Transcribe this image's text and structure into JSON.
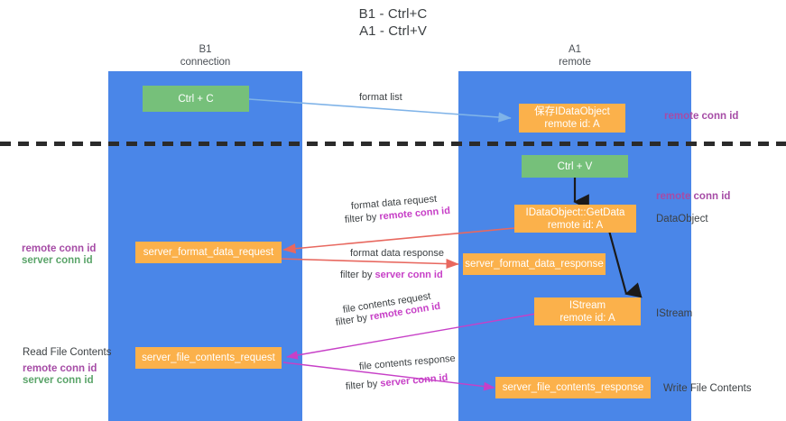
{
  "title": {
    "line1": "B1 - Ctrl+C",
    "line2": "A1 - Ctrl+V"
  },
  "columns": [
    {
      "name": "B1",
      "role": "connection"
    },
    {
      "name": "A1",
      "role": "remote"
    }
  ],
  "nodes": {
    "ctrl_c": {
      "label": "Ctrl + C"
    },
    "save_dataobject": {
      "line1": "保存IDataObject",
      "line2": "remote id: A"
    },
    "ctrl_v": {
      "label": "Ctrl + V"
    },
    "idataobject_getdata": {
      "line1": "IDataObject::GetData",
      "line2": "remote id: A"
    },
    "server_format_data_request": {
      "label": "server_format_data_request"
    },
    "server_format_data_response": {
      "label": "server_format_data_response"
    },
    "istream": {
      "line1": "IStream",
      "line2": "remote id: A"
    },
    "server_file_contents_request": {
      "label": "server_file_contents_request"
    },
    "server_file_contents_response": {
      "label": "server_file_contents_response"
    }
  },
  "edge_labels": {
    "format_list": "format list",
    "format_data_request": "format data request",
    "format_data_request_filter_prefix": "filter by ",
    "format_data_request_filter_key": "remote conn id",
    "format_data_response": "format data response",
    "format_data_response_filter_prefix": "filter by ",
    "format_data_response_filter_key": "server conn id",
    "file_contents_request": "file contents request",
    "file_contents_request_filter_prefix": "filter by ",
    "file_contents_request_filter_key": "remote conn id",
    "file_contents_response": "file contents response",
    "file_contents_response_filter_prefix": "filter by ",
    "file_contents_response_filter_key": "server conn id"
  },
  "annotations": {
    "right_remote_conn_id_top": "remote conn id",
    "right_remote_conn_id_mid": "remote conn id",
    "right_dataobject": "DataObject",
    "right_istream": "IStream",
    "right_write_file_contents": "Write File Contents",
    "left_remote_conn_id_mid": "remote conn id",
    "left_server_conn_id_mid": "server conn id",
    "left_read_file_contents": "Read File Contents",
    "left_remote_conn_id_bottom": "remote conn id",
    "left_server_conn_id_bottom": "server conn id"
  },
  "colors": {
    "lane": "#4a86e8",
    "node_green": "#76c07a",
    "node_orange": "#fbb14b",
    "accent_purple": "#a64ca6",
    "accent_green": "#5aa469",
    "highlight_magenta": "#c740c7",
    "arrow_blue": "#7fb3e8",
    "arrow_red": "#e8685f",
    "arrow_magenta": "#c740c7",
    "arrow_black": "#1a1a1a",
    "divider": "#2b2b2b"
  }
}
